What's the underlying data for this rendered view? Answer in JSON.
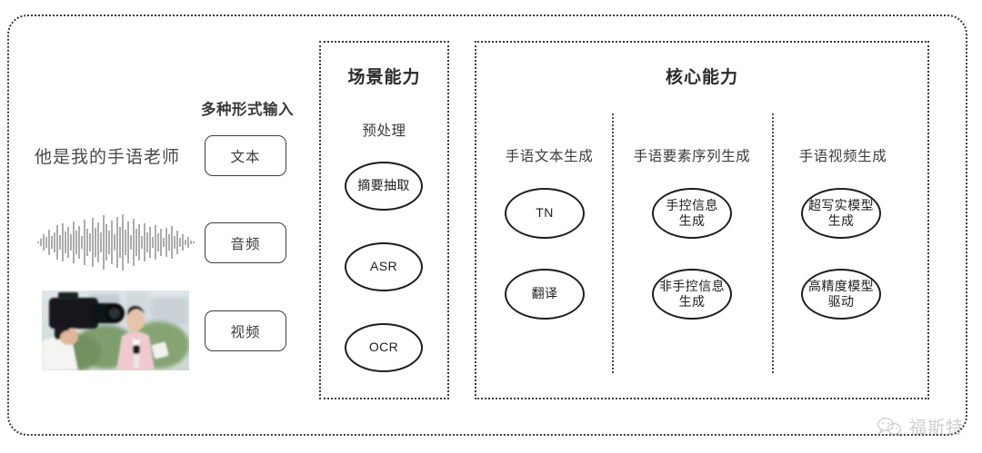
{
  "diagram": {
    "title_hidden": "",
    "input_section": {
      "heading": "多种形式输入",
      "sample_text": "他是我的手语老师",
      "waveform_alt": "audio-waveform",
      "photo_alt": "camera-operator-filming-reporter",
      "modalities": [
        {
          "label": "文本"
        },
        {
          "label": "音频"
        },
        {
          "label": "视频"
        }
      ]
    },
    "scene_panel": {
      "title": "场景能力",
      "group_label": "预处理",
      "nodes": [
        {
          "lines": [
            "摘要抽取"
          ]
        },
        {
          "lines": [
            "ASR"
          ]
        },
        {
          "lines": [
            "OCR"
          ]
        }
      ]
    },
    "core_panel": {
      "title": "核心能力",
      "columns": [
        {
          "heading": "手语文本生成",
          "nodes": [
            {
              "lines": [
                "TN"
              ]
            },
            {
              "lines": [
                "翻译"
              ]
            }
          ]
        },
        {
          "heading": "手语要素序列生成",
          "nodes": [
            {
              "lines": [
                "手控信息",
                "生成"
              ]
            },
            {
              "lines": [
                "非手控信息",
                "生成"
              ]
            }
          ]
        },
        {
          "heading": "手语视频生成",
          "nodes": [
            {
              "lines": [
                "超写实模型",
                "生成"
              ]
            },
            {
              "lines": [
                "高精度模型",
                "驱动"
              ]
            }
          ]
        }
      ]
    },
    "watermark": {
      "text": "福斯特",
      "icon": "wechat-icon"
    },
    "colors": {
      "border": "#3a3a3a",
      "node_border": "#1d1d1d",
      "text": "#3a3a3a",
      "watermark": "#8d8d8d",
      "background": "#ffffff"
    }
  }
}
